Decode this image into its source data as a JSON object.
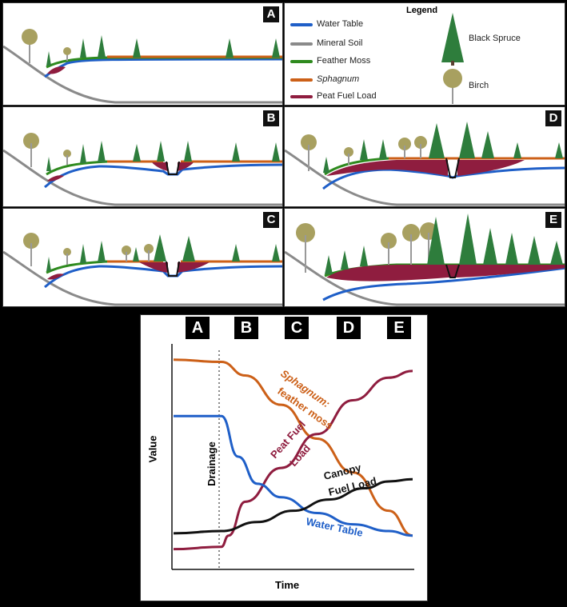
{
  "panels": {
    "A": {
      "label": "A"
    },
    "B": {
      "label": "B"
    },
    "C": {
      "label": "C"
    },
    "D": {
      "label": "D"
    },
    "E": {
      "label": "E"
    }
  },
  "legend": {
    "title": "Legend",
    "items": [
      {
        "label": "Water Table",
        "color": "#1f5fc8"
      },
      {
        "label": "Mineral Soil",
        "color": "#8a8a8a"
      },
      {
        "label": "Feather Moss",
        "color": "#2e8a1e"
      },
      {
        "label": "Sphagnum",
        "color": "#cc6018"
      },
      {
        "label": "Peat Fuel Load",
        "color": "#8f1d3f"
      }
    ],
    "trees": [
      {
        "label": "Black Spruce",
        "icon": "black-spruce-icon"
      },
      {
        "label": "Birch",
        "icon": "birch-icon"
      }
    ]
  },
  "chart_data": {
    "type": "line",
    "stages": [
      "A",
      "B",
      "C",
      "D",
      "E"
    ],
    "xlabel": "Time",
    "ylabel": "Value",
    "annotations": [
      "Drainage"
    ],
    "series": [
      {
        "name": "Sphagnum: feather moss",
        "label_lines": [
          "Sphagnum:",
          "feather moss"
        ],
        "color": "#cc6018",
        "x": [
          0,
          0.2,
          0.3,
          0.45,
          0.6,
          0.75,
          0.9,
          1.0
        ],
        "y": [
          0.93,
          0.92,
          0.86,
          0.73,
          0.58,
          0.43,
          0.26,
          0.15
        ]
      },
      {
        "name": "Peat Fuel Load",
        "label_lines": [
          "Peat Fuel",
          "Load"
        ],
        "color": "#8f1d3f",
        "x": [
          0,
          0.2,
          0.23,
          0.3,
          0.45,
          0.6,
          0.75,
          0.9,
          1.0
        ],
        "y": [
          0.09,
          0.1,
          0.15,
          0.3,
          0.45,
          0.6,
          0.75,
          0.85,
          0.88
        ]
      },
      {
        "name": "Water Table",
        "label_lines": [
          "Water Table"
        ],
        "color": "#1f5fc8",
        "x": [
          0,
          0.2,
          0.27,
          0.35,
          0.45,
          0.6,
          0.75,
          0.9,
          1.0
        ],
        "y": [
          0.68,
          0.68,
          0.5,
          0.38,
          0.32,
          0.25,
          0.2,
          0.17,
          0.15
        ]
      },
      {
        "name": "Canopy Fuel Load",
        "label_lines": [
          "Canopy",
          "Fuel Load"
        ],
        "color": "#111111",
        "x": [
          0,
          0.2,
          0.35,
          0.5,
          0.65,
          0.8,
          0.9,
          1.0
        ],
        "y": [
          0.16,
          0.17,
          0.21,
          0.26,
          0.31,
          0.36,
          0.39,
          0.4
        ]
      }
    ]
  }
}
